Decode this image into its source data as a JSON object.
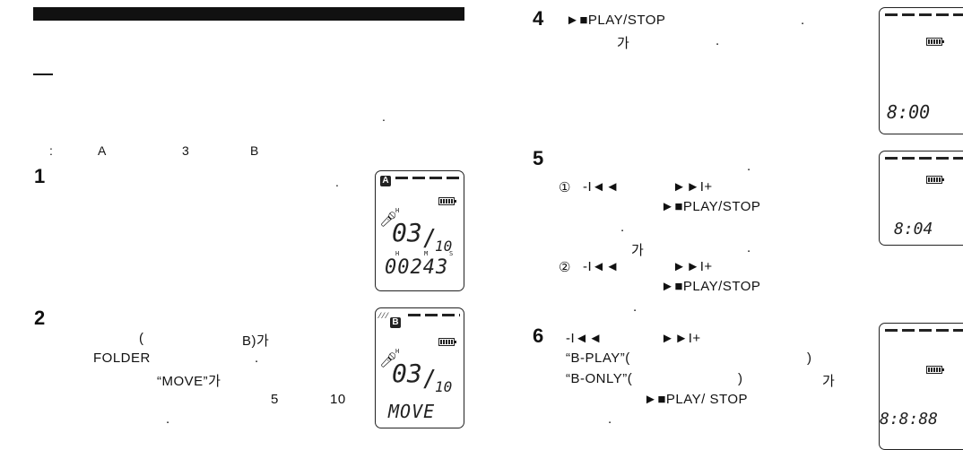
{
  "left": {
    "note": {
      "colon": ":",
      "a": "A",
      "three": "3",
      "b": "B"
    },
    "period_top": ".",
    "step1": {
      "num": "1",
      "period": "."
    },
    "step2": {
      "num": "2",
      "paren_open": "(",
      "b_ga": "B)가",
      "folder": "FOLDER",
      "period1": ".",
      "move_ga": "“MOVE”가",
      "five": "5",
      "ten": "10",
      "period2": "."
    }
  },
  "right": {
    "step4": {
      "num": "4",
      "btn": "►■PLAY/STOP",
      "period1": ".",
      "ga": "가",
      "period2": "."
    },
    "step5": {
      "num": "5",
      "period0": ".",
      "c1": "①",
      "keys1": "-I◄◄",
      "keys1b": "►►I+",
      "btn1": "►■PLAY/STOP",
      "period1": ".",
      "ga": "가",
      "period2": ".",
      "c2": "②",
      "keys2": "-I◄◄",
      "keys2b": "►►I+",
      "btn2": "►■PLAY/STOP",
      "period3": "."
    },
    "step6": {
      "num": "6",
      "keys": "-I◄◄",
      "keysb": "►►I+",
      "bplay": "“B-PLAY”(",
      "close1": ")",
      "bonly": "“B-ONLY”(",
      "close2": ")",
      "ga": "가",
      "btn": "►■PLAY/ STOP",
      "period": "."
    }
  },
  "lcds": {
    "lcd1": {
      "badge": "A",
      "h": "H",
      "big": "03",
      "slash": "/",
      "small": "10",
      "hms": [
        "H",
        "M",
        "S"
      ],
      "time": "00243"
    },
    "lcd2": {
      "badge": "B",
      "h": "H",
      "big": "03",
      "slash": "/",
      "small": "10",
      "move": "MOVE"
    },
    "lcd3": {
      "time": "8:00"
    },
    "lcd4": {
      "time": "8:04"
    },
    "lcd5": {
      "time": "8:8:88"
    }
  }
}
